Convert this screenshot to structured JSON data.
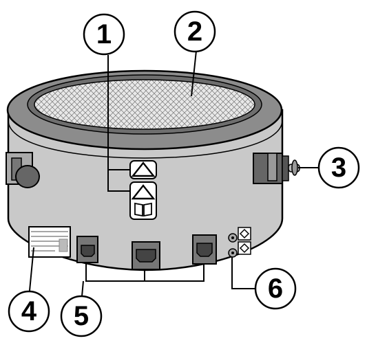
{
  "diagram": {
    "callouts": [
      {
        "id": "callout-1",
        "label": "1"
      },
      {
        "id": "callout-2",
        "label": "2"
      },
      {
        "id": "callout-3",
        "label": "3"
      },
      {
        "id": "callout-4",
        "label": "4"
      },
      {
        "id": "callout-5",
        "label": "5"
      },
      {
        "id": "callout-6",
        "label": "6"
      }
    ],
    "colors": {
      "body": "#c9c9c9",
      "rim": "#8c8c8c",
      "mesh": "#e6e6e6",
      "outline": "#000000",
      "background": "#ffffff"
    },
    "icons": [
      "warning-triangle-icon",
      "warning-triangle-icon",
      "manual-book-icon"
    ]
  }
}
